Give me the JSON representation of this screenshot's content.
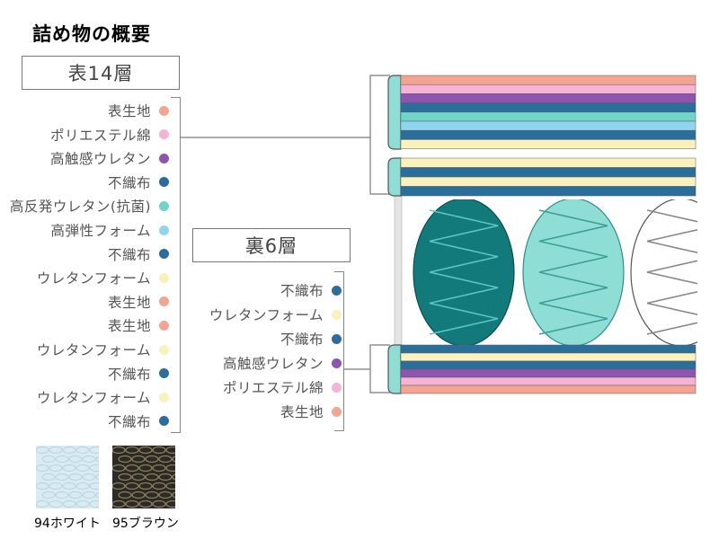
{
  "title": "詰め物の概要",
  "top_group": {
    "label": "表14層",
    "layers": [
      {
        "name": "表生地",
        "color": "#f4a592"
      },
      {
        "name": "ポリエステル綿",
        "color": "#f7b3d3"
      },
      {
        "name": "高触感ウレタン",
        "color": "#8e55b0"
      },
      {
        "name": "不織布",
        "color": "#2b6e9c"
      },
      {
        "name": "高反発ウレタン(抗菌)",
        "color": "#6ed5c8"
      },
      {
        "name": "高弾性フォーム",
        "color": "#8ed6ee"
      },
      {
        "name": "不織布",
        "color": "#2b6e9c"
      },
      {
        "name": "ウレタンフォーム",
        "color": "#fbf1bd"
      },
      {
        "name": "表生地",
        "color": "#f4a592"
      },
      {
        "name": "表生地",
        "color": "#f4a592"
      },
      {
        "name": "ウレタンフォーム",
        "color": "#fbf1bd"
      },
      {
        "name": "不織布",
        "color": "#2b6e9c"
      },
      {
        "name": "ウレタンフォーム",
        "color": "#fbf1bd"
      },
      {
        "name": "不織布",
        "color": "#2b6e9c"
      }
    ]
  },
  "bottom_group": {
    "label": "裏6層",
    "layers": [
      {
        "name": "不織布",
        "color": "#2b6e9c"
      },
      {
        "name": "ウレタンフォーム",
        "color": "#fbf1bd"
      },
      {
        "name": "不織布",
        "color": "#2b6e9c"
      },
      {
        "name": "高触感ウレタン",
        "color": "#8e55b0"
      },
      {
        "name": "ポリエステル綿",
        "color": "#f7b3d3"
      },
      {
        "name": "表生地",
        "color": "#f4a592"
      }
    ]
  },
  "colors": {
    "teal_dark": "#137a7c",
    "teal_light": "#8fded5",
    "edge_fill": "#8fded5",
    "line": "#7a7a7a"
  },
  "swatches": [
    {
      "label": "94ホワイト",
      "color": "#d9ebf2"
    },
    {
      "label": "95ブラウン",
      "color": "#2c2a27"
    }
  ]
}
